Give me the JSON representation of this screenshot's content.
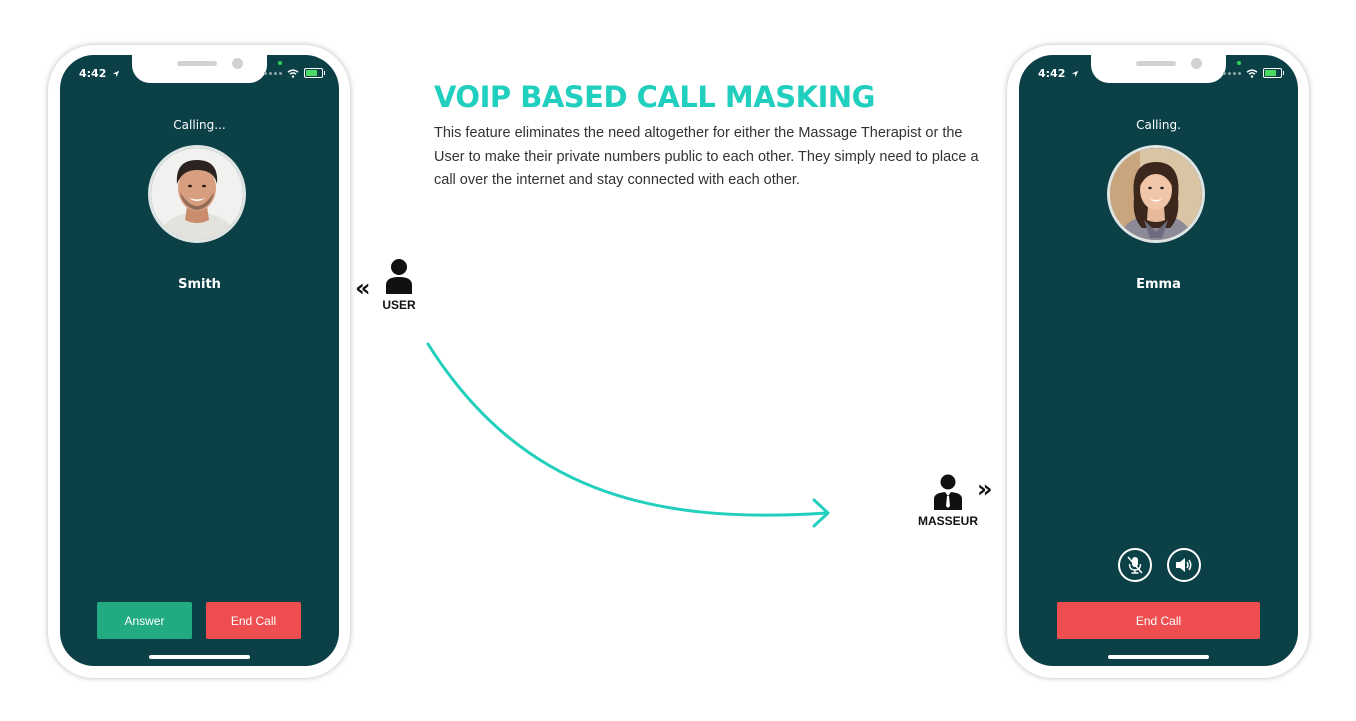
{
  "headline": "VOIP BASED CALL MASKING",
  "description": "This feature eliminates the need altogether for either the Massage Therapist or the User to make their private numbers public to each other. They simply need to place a call over the internet and stay connected with each other.",
  "roles": {
    "user_label": "USER",
    "masseur_label": "MASSEUR"
  },
  "phone_left": {
    "time": "4:42",
    "calling_text": "Calling...",
    "caller_name": "Smith",
    "answer_label": "Answer",
    "end_call_label": "End Call"
  },
  "phone_right": {
    "time": "4:42",
    "calling_text": "Calling.",
    "caller_name": "Emma",
    "end_call_label": "End Call"
  },
  "colors": {
    "accent": "#20cfbd",
    "screen_bg": "#0b4047",
    "answer_green": "#22aa80",
    "end_red": "#ee4e50"
  },
  "icons": [
    "location-arrow-icon",
    "wifi-icon",
    "battery-icon",
    "user-icon",
    "businessman-icon",
    "double-chevron-left-icon",
    "double-chevron-right-icon",
    "mute-mic-icon",
    "speaker-icon",
    "curved-arrow"
  ]
}
